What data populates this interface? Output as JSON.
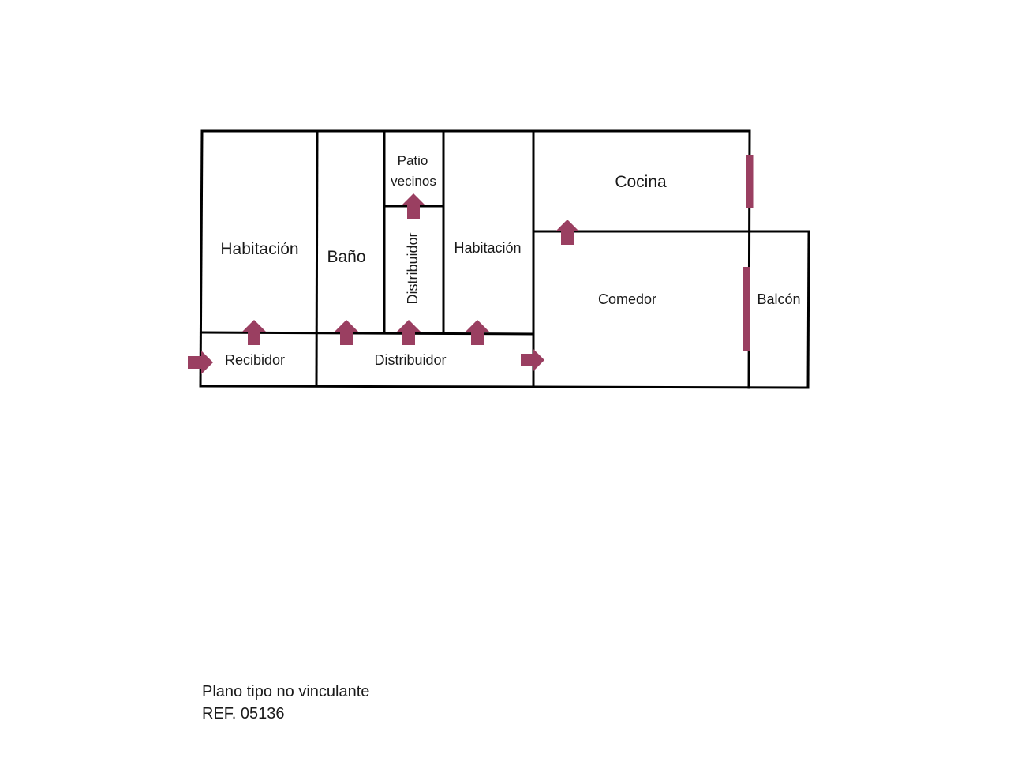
{
  "colors": {
    "wall": "#000000",
    "arrow": "#9a3f61",
    "window": "#9a3f61",
    "text": "#1a1a1a"
  },
  "rooms": {
    "habitacion_1": "Habitación",
    "bano": "Baño",
    "patio_line1": "Patio",
    "patio_line2": "vecinos",
    "distribuidor_vertical": "Distribuidor",
    "habitacion_2": "Habitación",
    "cocina": "Cocina",
    "comedor": "Comedor",
    "balcon": "Balcón",
    "recibidor": "Recibidor",
    "distribuidor_pasillo": "Distribuidor"
  },
  "arrow_icon": "door-arrow-icon",
  "window_icon": "window-icon",
  "footer": {
    "line1": "Plano tipo no vinculante",
    "line2": "REF. 05136"
  }
}
